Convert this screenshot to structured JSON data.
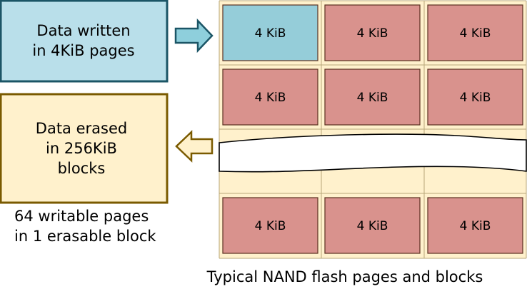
{
  "write_box": {
    "lines": [
      "Data written",
      "in 4KiB pages"
    ]
  },
  "erase_box": {
    "lines": [
      "Data erased",
      "in 256KiB",
      "blocks"
    ]
  },
  "note": {
    "lines": [
      "64 writable pages",
      "in 1 erasable block"
    ]
  },
  "grid": {
    "page_label": "4 KiB",
    "rows": [
      [
        "written",
        "used",
        "used"
      ],
      [
        "used",
        "used",
        "used"
      ],
      [
        "used",
        "used",
        "used"
      ]
    ]
  },
  "caption": "Typical NAND flash pages and blocks",
  "colors": {
    "write_fill": "#b9dfea",
    "write_stroke": "#1b5566",
    "erase_fill": "#fff1cc",
    "erase_stroke": "#7a5a00",
    "grid_bg": "#fff1cc",
    "grid_line": "#b9a77a",
    "page_written": "#95cdd9",
    "page_used": "#d9928d",
    "page_stroke": "#5a3020",
    "arrow_write_fill": "#8ecfdc",
    "arrow_write_stroke": "#1b5566",
    "arrow_erase_fill": "#fff1cc",
    "arrow_erase_stroke": "#7a5a00"
  }
}
